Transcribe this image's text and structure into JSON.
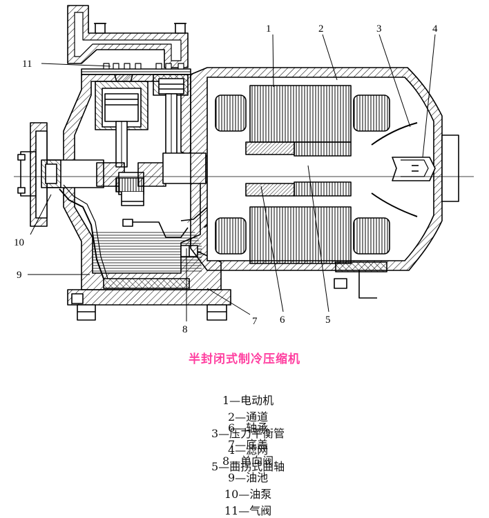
{
  "diagram": {
    "callouts": [
      "1",
      "2",
      "3",
      "4",
      "5",
      "6",
      "7",
      "8",
      "9",
      "10",
      "11"
    ]
  },
  "caption": {
    "title": "半封闭式制冷压缩机",
    "title_color": "#ff3fa0"
  },
  "legend": {
    "row1": [
      "1—电动机",
      "2—通道",
      "3—压力平衡管",
      "4—滤网",
      "5—曲拐式曲轴"
    ],
    "row2": [
      "6—轴承",
      "7—底盖",
      "8—单向阀",
      "9—油池",
      "10—油泵",
      "11—气阀"
    ]
  }
}
